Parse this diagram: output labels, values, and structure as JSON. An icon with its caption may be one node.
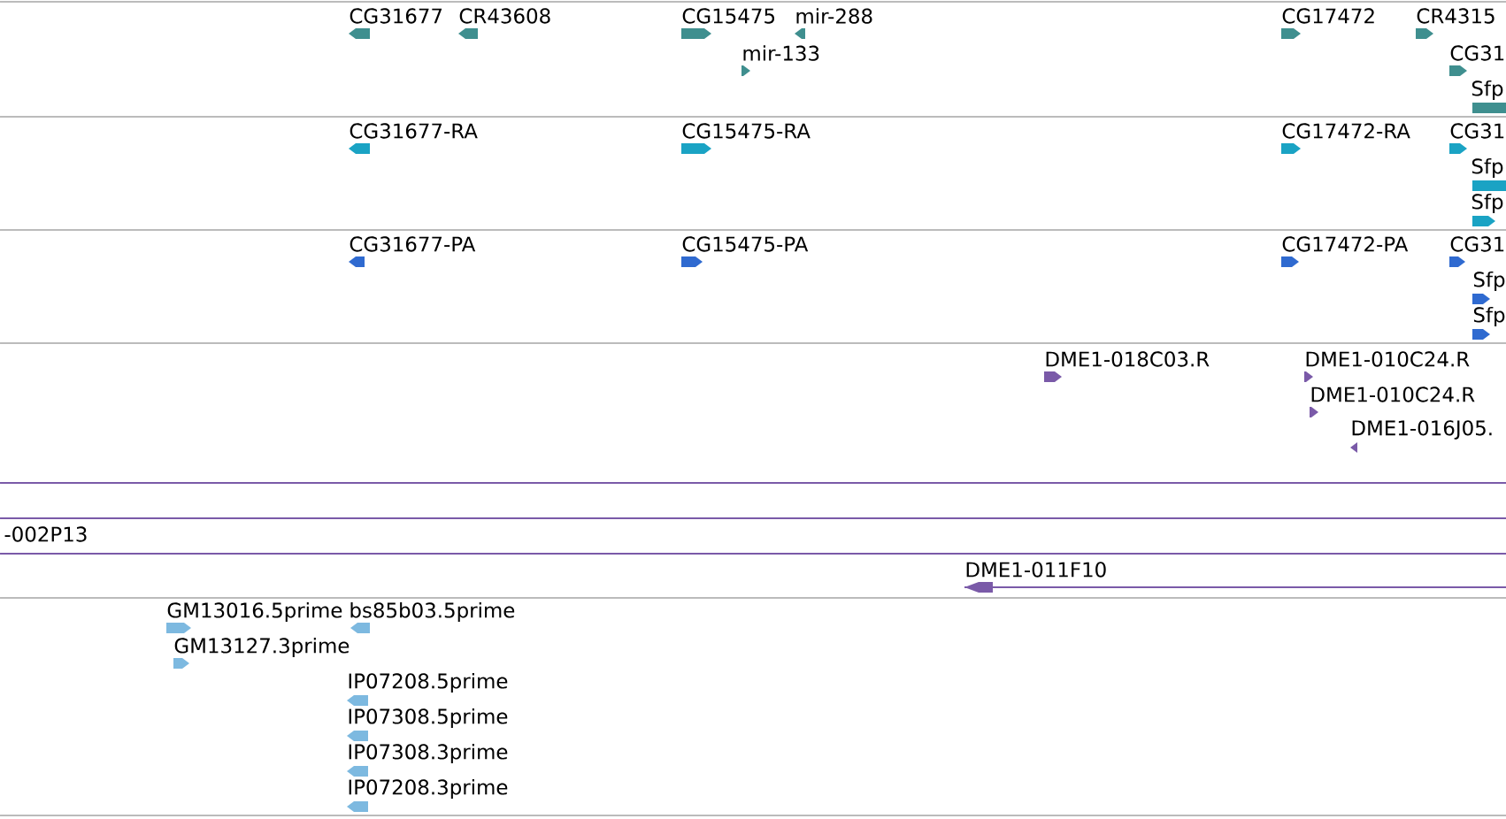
{
  "diagram": {
    "nodes": [
      {
        "text": [
          "CG31677"
        ]
      },
      {
        "text": [
          "CR43608"
        ]
      },
      {
        "text": [
          "CG15475"
        ]
      },
      {
        "text": [
          "mir-288"
        ]
      },
      {
        "text": [
          "mir-133"
        ]
      },
      {
        "text": [
          "CG17472"
        ]
      },
      {
        "text": [
          "CR4315"
        ]
      },
      {
        "text": [
          "CG31"
        ]
      },
      {
        "text": [
          "Sfp"
        ]
      },
      {
        "text": [
          "CG31677-RA"
        ]
      },
      {
        "text": [
          "CG15475-RA"
        ]
      },
      {
        "text": [
          "CG17472-RA"
        ]
      },
      {
        "text": [
          "CG31"
        ]
      },
      {
        "text": [
          "Sfp"
        ]
      },
      {
        "text": [
          "Sfp"
        ]
      },
      {
        "text": [
          "CG31677-PA"
        ]
      },
      {
        "text": [
          "CG15475-PA"
        ]
      },
      {
        "text": [
          "CG17472-PA"
        ]
      },
      {
        "text": [
          "CG31"
        ]
      },
      {
        "text": [
          "Sfp"
        ]
      },
      {
        "text": [
          "Sfp"
        ]
      },
      {
        "text": [
          "DME1-018C03.R"
        ]
      },
      {
        "text": [
          "DME1-010C24.R"
        ]
      },
      {
        "text": [
          "DME1-010C24.R"
        ]
      },
      {
        "text": [
          "DME1-016J05."
        ]
      },
      {
        "text": [
          "-002P13"
        ]
      },
      {
        "text": [
          "DME1-011F10"
        ]
      },
      {
        "text": [
          "GM13016.5prime"
        ]
      },
      {
        "text": [
          "bs85b03.5prime"
        ]
      },
      {
        "text": [
          "GM13127.3prime"
        ]
      },
      {
        "text": [
          "IP07208.5prime"
        ]
      },
      {
        "text": [
          "IP07308.5prime"
        ]
      },
      {
        "text": [
          "IP07308.3prime"
        ]
      },
      {
        "text": [
          "IP07208.3prime"
        ]
      }
    ]
  }
}
